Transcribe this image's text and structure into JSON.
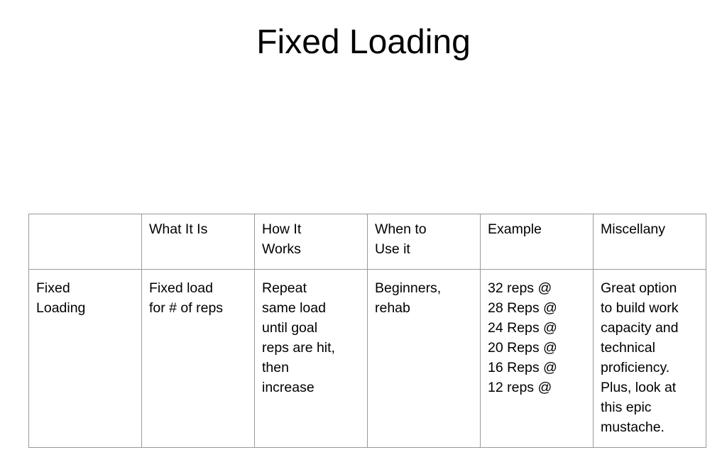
{
  "slide": {
    "title": "Fixed Loading"
  },
  "table": {
    "headers": [
      "",
      "What It Is",
      "How It\nWorks",
      "When to\nUse it",
      "Example",
      "Miscellany"
    ],
    "row": {
      "label": "Fixed\nLoading",
      "what_it_is": "Fixed load\nfor # of reps",
      "how_it_works": "Repeat\nsame load\nuntil goal\nreps are hit,\nthen\nincrease",
      "when_to_use_it": "Beginners,\nrehab",
      "example": "32 reps @\n28 Reps @\n24 Reps @\n20 Reps @\n16 Reps @\n12 reps @",
      "miscellany": "Great option\nto build work\ncapacity and\ntechnical\nproficiency.\nPlus, look at\nthis epic\nmustache."
    }
  },
  "colors": {
    "background": "#ffffff",
    "text": "#000000",
    "table_border": "#999999"
  }
}
